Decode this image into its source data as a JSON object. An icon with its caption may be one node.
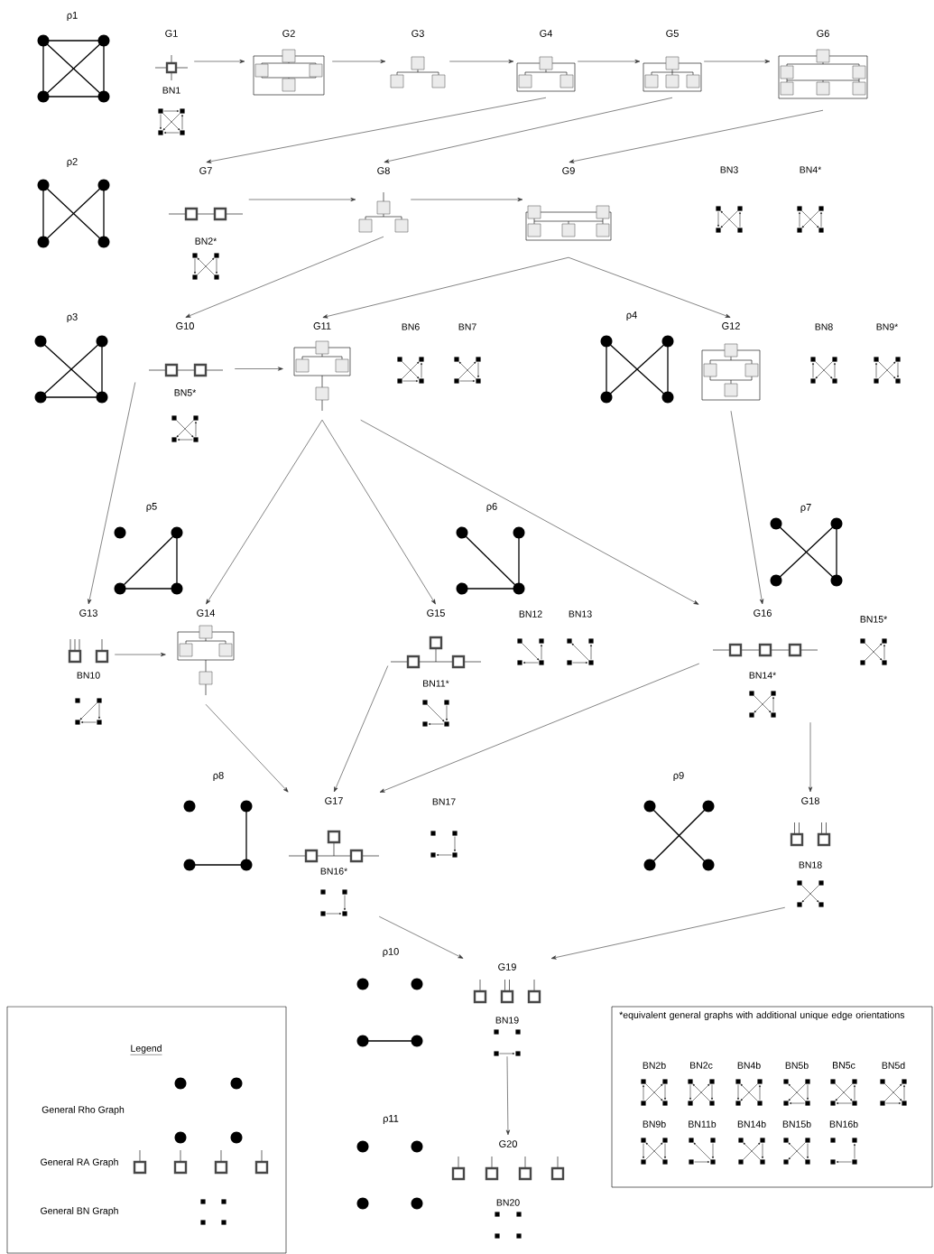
{
  "diagram": {
    "nodes": [
      {
        "text": [
          "G1"
        ],
        "beside": [
          "BN1"
        ]
      },
      {
        "text": [
          "G2"
        ]
      },
      {
        "text": [
          "G3"
        ]
      },
      {
        "text": [
          "G4"
        ]
      },
      {
        "text": [
          "G5"
        ]
      },
      {
        "text": [
          "G6"
        ]
      },
      {
        "text": [
          "G7"
        ],
        "beside": [
          "BN2*"
        ]
      },
      {
        "text": [
          "G8"
        ]
      },
      {
        "text": [
          "G9"
        ]
      },
      {
        "text": [
          "G10"
        ],
        "beside": [
          "BN5*"
        ]
      },
      {
        "text": [
          "G11"
        ]
      },
      {
        "text": [
          "G12"
        ]
      },
      {
        "text": [
          "G13"
        ],
        "beside": [
          "BN10"
        ]
      },
      {
        "text": [
          "G14"
        ]
      },
      {
        "text": [
          "G15"
        ],
        "beside": [
          "BN11*"
        ]
      },
      {
        "text": [
          "G16"
        ],
        "beside": [
          "BN14*"
        ]
      },
      {
        "text": [
          "G17"
        ],
        "beside": [
          "BN16*"
        ]
      },
      {
        "text": [
          "G18"
        ],
        "beside": [
          "BN18"
        ]
      },
      {
        "text": [
          "G19"
        ],
        "beside": [
          "BN19"
        ]
      },
      {
        "text": [
          "G20"
        ],
        "beside": [
          "BN20"
        ]
      }
    ],
    "edges": [
      {
        "from": 0,
        "to": 1,
        "arrow": "to"
      },
      {
        "from": 1,
        "to": 2,
        "arrow": "to"
      },
      {
        "from": 2,
        "to": 3,
        "arrow": "to"
      },
      {
        "from": 3,
        "to": 4,
        "arrow": "to"
      },
      {
        "from": 4,
        "to": 5,
        "arrow": "to"
      },
      {
        "from": 3,
        "to": 6,
        "arrow": "to"
      },
      {
        "from": 4,
        "to": 7,
        "arrow": "to"
      },
      {
        "from": 5,
        "to": 8,
        "arrow": "to"
      },
      {
        "from": 6,
        "to": 7,
        "arrow": "to"
      },
      {
        "from": 7,
        "to": 8,
        "arrow": "to"
      },
      {
        "from": 7,
        "to": 9,
        "arrow": "to"
      },
      {
        "from": 8,
        "to": 10,
        "arrow": "to"
      },
      {
        "from": 8,
        "to": 11,
        "arrow": "to"
      },
      {
        "from": 9,
        "to": 10,
        "arrow": "to"
      },
      {
        "from": 9,
        "to": 12,
        "arrow": "to"
      },
      {
        "from": 10,
        "to": 13,
        "arrow": "to"
      },
      {
        "from": 10,
        "to": 14,
        "arrow": "to"
      },
      {
        "from": 10,
        "to": 15,
        "arrow": "to"
      },
      {
        "from": 11,
        "to": 15,
        "arrow": "to"
      },
      {
        "from": 12,
        "to": 13,
        "arrow": "to"
      },
      {
        "from": 13,
        "to": 16,
        "arrow": "to"
      },
      {
        "from": 14,
        "to": 16,
        "arrow": "to"
      },
      {
        "from": 15,
        "to": 16,
        "arrow": "to"
      },
      {
        "from": 15,
        "to": 17,
        "arrow": "to"
      },
      {
        "from": 16,
        "to": 18,
        "arrow": "to"
      },
      {
        "from": 17,
        "to": 18,
        "arrow": "to"
      },
      {
        "from": 18,
        "to": 19,
        "arrow": "to"
      }
    ],
    "labels": [
      "ρ1",
      "ρ2",
      "ρ3",
      "ρ4",
      "ρ5",
      "ρ6",
      "ρ7",
      "ρ8",
      "ρ9",
      "ρ10",
      "ρ11",
      "Legend",
      "*equivalent general graphs with additional unique edge orientations",
      "BN2b",
      "BN2c",
      "BN4b",
      "BN5b",
      "BN5c",
      "BN5d",
      "BN9b",
      "BN11b",
      "BN14b",
      "BN15b",
      "BN16b",
      "BN3",
      "BN4*",
      "BN6",
      "BN7",
      "BN8",
      "BN9*",
      "BN12",
      "BN13",
      "BN15*",
      "BN17"
    ],
    "legend": [
      {
        "text": "General Rho Graph"
      },
      {
        "text": "General RA Graph"
      },
      {
        "text": "General BN Graph"
      }
    ]
  }
}
